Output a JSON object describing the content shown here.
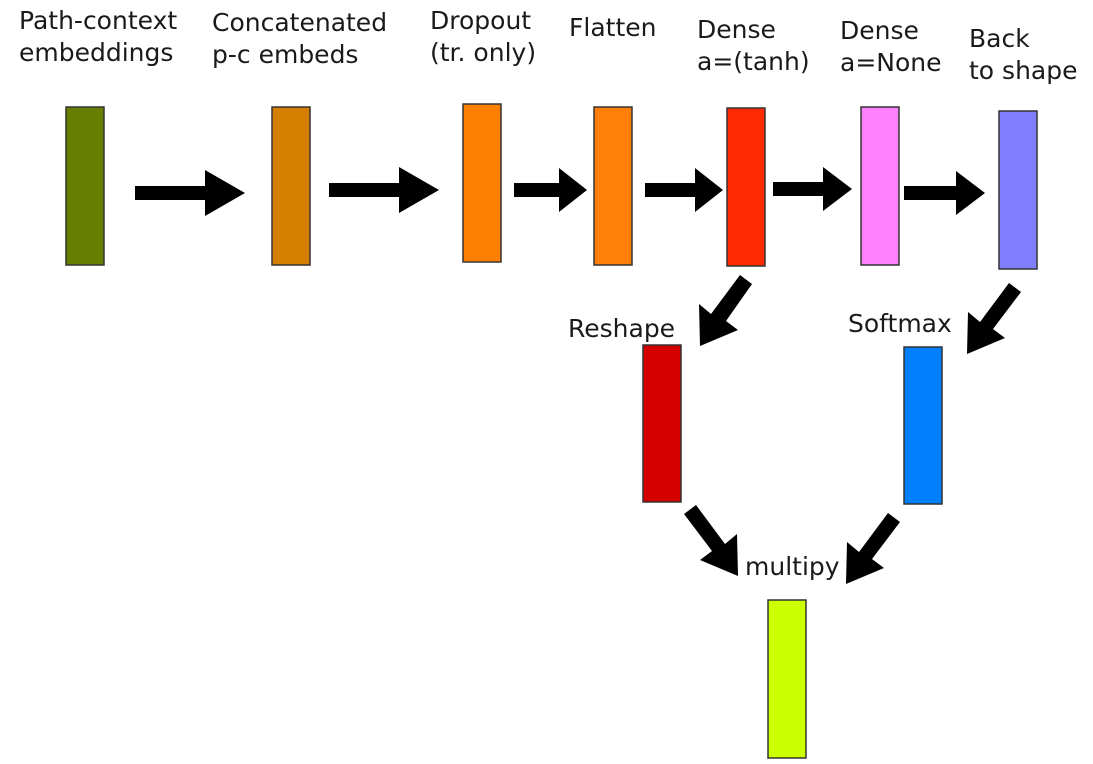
{
  "colors": {
    "path_context": "#667f00",
    "concatenated": "#d47f00",
    "dropout": "#ff7f00",
    "flatten": "#ff7f0a",
    "dense_tanh": "#ff2a00",
    "dense_none": "#ff80ff",
    "back_to_shape": "#8080ff",
    "reshape": "#d40000",
    "softmax": "#0080ff",
    "multiply_out": "#ccff00",
    "arrow": "#000000"
  },
  "labels": {
    "path_context": "Path-context\nembeddings",
    "concatenated": "Concatenated\np-c embeds",
    "dropout": "Dropout\n(tr. only)",
    "flatten": "Flatten",
    "dense_tanh": "Dense\na=(tanh)",
    "dense_none": "Dense\na=None",
    "back_to_shape": "Back\nto shape",
    "reshape": "Reshape",
    "softmax": "Softmax",
    "multiply": "multipy"
  }
}
